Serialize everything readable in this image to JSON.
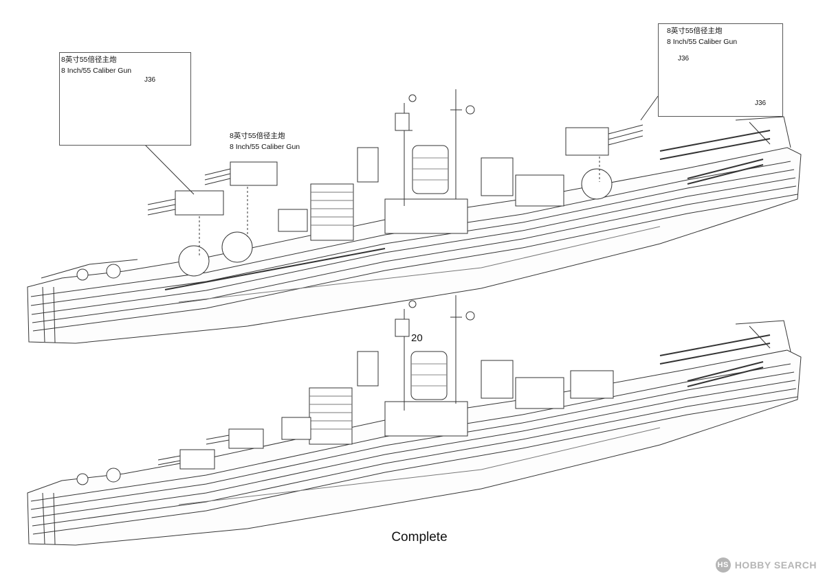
{
  "callouts": {
    "left": {
      "title_cn": "8英寸55倍径主炮",
      "title_en": "8 Inch/55 Caliber Gun",
      "part": "J36"
    },
    "right": {
      "title_cn": "8英寸55倍径主炮",
      "title_en": "8 Inch/55 Caliber Gun",
      "part_top": "J36",
      "part_bottom": "J36"
    }
  },
  "free_label": {
    "title_cn": "8英寸55倍径主炮",
    "title_en": "8 Inch/55 Caliber Gun"
  },
  "step_number": "20",
  "caption": "Complete",
  "watermark": {
    "logo": "HS",
    "brand": "HOBBY SEARCH"
  }
}
